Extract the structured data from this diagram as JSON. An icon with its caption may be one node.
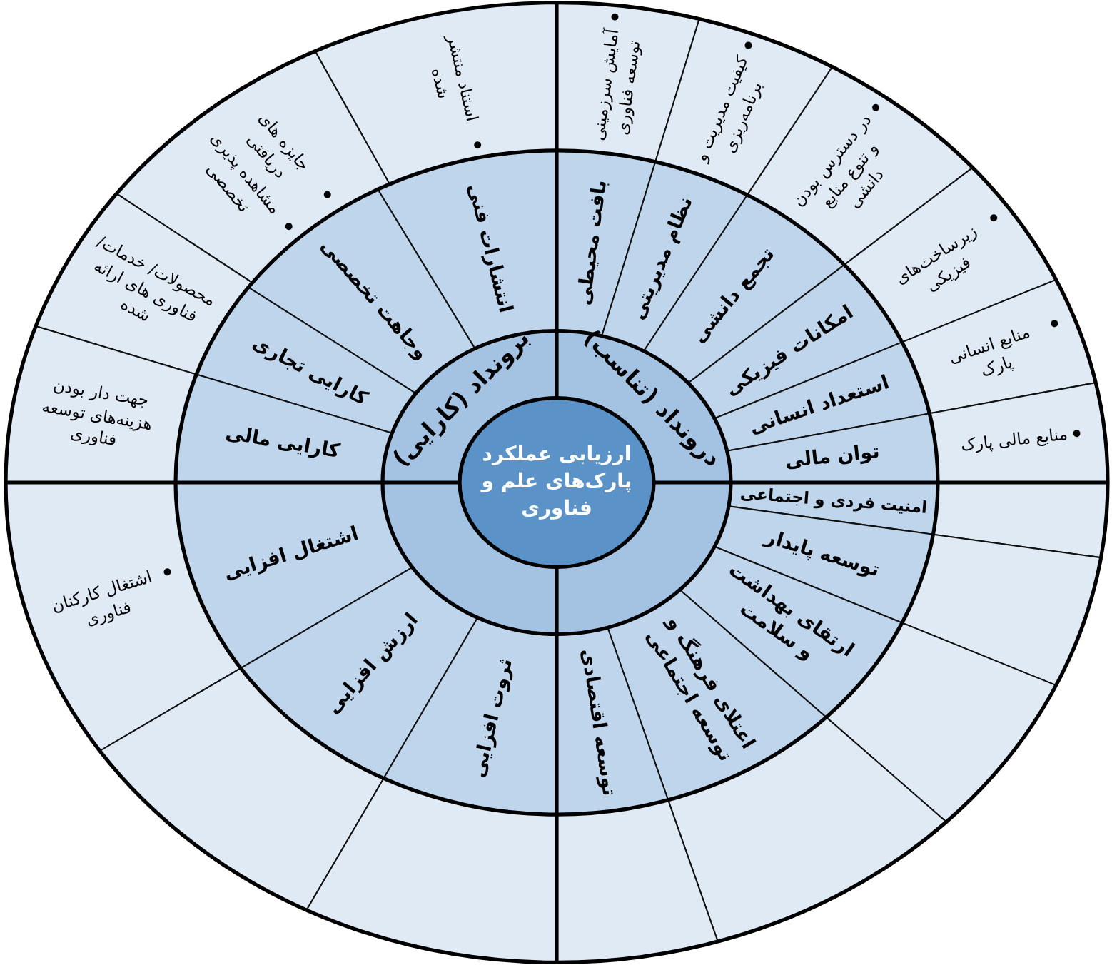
{
  "diagram": {
    "nodes": [
      {
        "text": [
          "ارزیابی عملکرد پارک‌های علم و فناوری"
        ]
      },
      {
        "text": [
          "برونداد (کارایی)"
        ]
      },
      {
        "text": [
          "درونداد (تناسب)"
        ]
      },
      {
        "text": [],
        "shape": "sector"
      },
      {
        "text": [],
        "shape": "sector"
      },
      {
        "text": [
          "انتشارات فنی"
        ]
      },
      {
        "text": [
          "وجاهت تخصصی"
        ]
      },
      {
        "text": [
          "کارایی تجاری"
        ]
      },
      {
        "text": [
          "کارایی مالی"
        ]
      },
      {
        "text": [
          "بافت محیطی"
        ]
      },
      {
        "text": [
          "نظام مدیریتی"
        ]
      },
      {
        "text": [
          "تجمع دانشی"
        ]
      },
      {
        "text": [
          "امکانات فیزیکی"
        ]
      },
      {
        "text": [
          "استعداد انسانی"
        ]
      },
      {
        "text": [
          "توان مالی"
        ]
      },
      {
        "text": [
          "امنیت فردی و اجتماعی"
        ]
      },
      {
        "text": [
          "توسعه پایدار"
        ]
      },
      {
        "text": [
          "ارتقای بهداشت و سلامت"
        ]
      },
      {
        "text": [
          "اعتلای فرهنگ و توسعه اجتماعی"
        ]
      },
      {
        "text": [
          "توسعه اقتصادی"
        ]
      },
      {
        "text": [
          "اشتغال افزایی"
        ]
      },
      {
        "text": [
          "ارزش افزایی"
        ]
      },
      {
        "text": [
          "ثروت افزایی"
        ]
      },
      {
        "text": [
          "استناد منتشر شده"
        ]
      },
      {
        "text": [
          "جایزه های دریافتی",
          "مشاهده پذیری تخصصی"
        ]
      },
      {
        "text": [
          "محصولات/ خدمات/ فناوری های ارائه شده"
        ]
      },
      {
        "text": [
          "جهت دار بودن هزینه‌های توسعه فناوری"
        ]
      },
      {
        "text": [
          "آمایش سرزمینی توسعه فناوری"
        ]
      },
      {
        "text": [
          "کیفیت مدیریت و برنامه‌ریزی"
        ]
      },
      {
        "text": [
          "در دسترس بودن و تنوع منابع دانشی"
        ]
      },
      {
        "text": [
          "زیرساخت‌های فیزیکی"
        ]
      },
      {
        "text": [
          "منابع انسانی پارک"
        ]
      },
      {
        "text": [
          "منابع مالی پارک"
        ]
      },
      {
        "text": [],
        "shape": "sector"
      },
      {
        "text": [],
        "shape": "sector"
      },
      {
        "text": [],
        "shape": "sector"
      },
      {
        "text": [],
        "shape": "sector"
      },
      {
        "text": [],
        "shape": "sector"
      },
      {
        "text": [
          "اشتغال کارکنان فناوری"
        ]
      },
      {
        "text": [],
        "shape": "sector"
      },
      {
        "text": [],
        "shape": "sector"
      }
    ]
  }
}
